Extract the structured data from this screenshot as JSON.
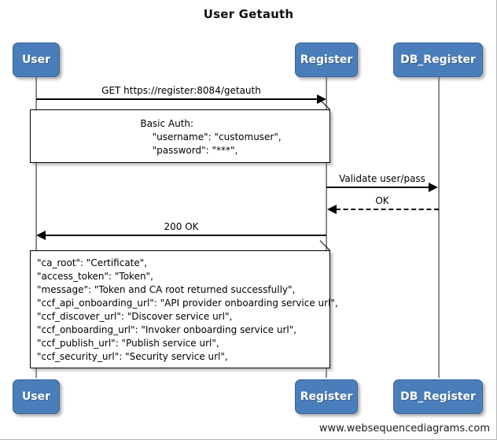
{
  "diagram": {
    "title": "User Getauth",
    "watermark": "www.websequencediagrams.com",
    "accent_color": "#4a7ebb",
    "accent_border_color": "#3a6298",
    "line_color": "#000000",
    "lifeline_color": "#7f7f7f",
    "background_color": "#ffffff"
  },
  "actors": [
    {
      "id": "user",
      "label": "User"
    },
    {
      "id": "register",
      "label": "Register"
    },
    {
      "id": "db_register",
      "label": "DB_Register"
    }
  ],
  "actors_bottom": [
    {
      "id": "user",
      "label": "User"
    },
    {
      "id": "register",
      "label": "Register"
    },
    {
      "id": "db_register",
      "label": "DB_Register"
    }
  ],
  "messages": [
    {
      "id": "m1",
      "label": "GET https://register:8084/getauth",
      "from": "user",
      "to": "register",
      "direction": "right",
      "style": "solid"
    },
    {
      "id": "m2",
      "label": "Validate user/pass",
      "from": "register",
      "to": "db_register",
      "direction": "right",
      "style": "solid"
    },
    {
      "id": "m3",
      "label": "OK",
      "from": "db_register",
      "to": "register",
      "direction": "left",
      "style": "dashed"
    },
    {
      "id": "m4",
      "label": "200 OK",
      "from": "register",
      "to": "user",
      "direction": "left",
      "style": "solid"
    }
  ],
  "notes": [
    {
      "id": "note-basic-auth",
      "lines": [
        "Basic Auth:",
        "    \"username\": \"customuser\",",
        "    \"password\": \"***\","
      ],
      "text": "         Basic Auth:\n             \"username\": \"customuser\",\n             \"password\": \"***\","
    },
    {
      "id": "note-response",
      "lines": [
        "\"ca_root\": \"Certificate\",",
        "\"access_token\": \"Token\",",
        "\"message\": \"Token and CA root returned successfully\",",
        "\"ccf_api_onboarding_url\": \"API provider onboarding service url\",",
        "\"ccf_discover_url\": \"Discover service url\",",
        "\"ccf_onboarding_url\": \"Invoker onboarding service url\",",
        "\"ccf_publish_url\": \"Publish service url\",",
        "\"ccf_security_url\": \"Security service url\","
      ],
      "text": "\"ca_root\": \"Certificate\",\n\"access_token\": \"Token\",\n\"message\": \"Token and CA root returned successfully\",\n\"ccf_api_onboarding_url\": \"API provider onboarding service url\",\n\"ccf_discover_url\": \"Discover service url\",\n\"ccf_onboarding_url\": \"Invoker onboarding service url\",\n\"ccf_publish_url\": \"Publish service url\",\n\"ccf_security_url\": \"Security service url\","
    }
  ]
}
